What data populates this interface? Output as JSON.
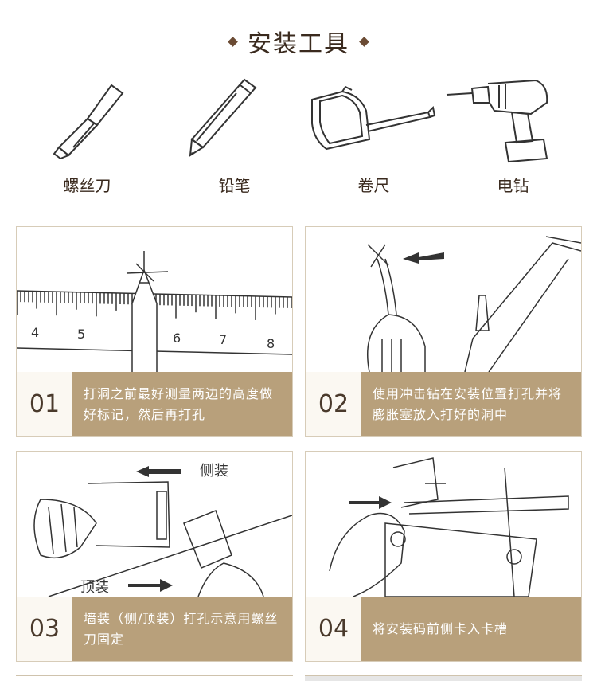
{
  "header": {
    "title": "安装工具"
  },
  "tools": [
    {
      "label": "螺丝刀",
      "icon": "screwdriver-icon"
    },
    {
      "label": "铅笔",
      "icon": "pencil-icon"
    },
    {
      "label": "卷尺",
      "icon": "tape-measure-icon"
    },
    {
      "label": "电钻",
      "icon": "electric-drill-icon"
    }
  ],
  "steps": [
    {
      "num": "01",
      "text": "打洞之前最好测量两边的高度做好标记，然后再打孔",
      "ruler_ticks": [
        "4",
        "5",
        "6",
        "7",
        "8"
      ]
    },
    {
      "num": "02",
      "text": "使用冲击钻在安装位置打孔并将膨胀塞放入打好的洞中"
    },
    {
      "num": "03",
      "text": "墙装（侧/顶装）打孔示意用螺丝刀固定",
      "labels": {
        "side": "侧装",
        "top": "顶装"
      }
    },
    {
      "num": "04",
      "text": "将安装码前侧卡入卡槽"
    }
  ],
  "colors": {
    "accent": "#b8a07b",
    "text": "#3a2a1e",
    "line": "#333333"
  }
}
